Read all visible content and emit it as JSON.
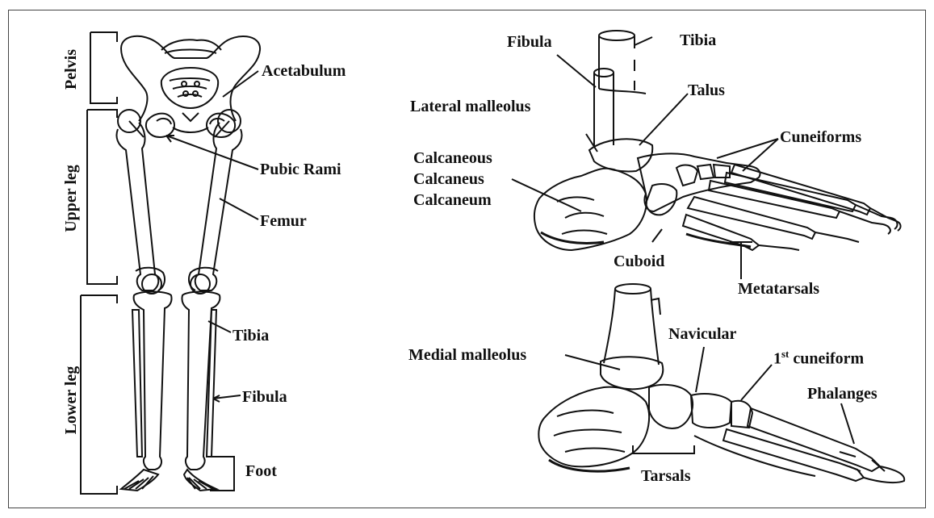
{
  "sections": {
    "pelvis": "Pelvis",
    "upper_leg": "Upper leg",
    "lower_leg": "Lower leg",
    "foot": "Foot"
  },
  "skeleton_labels": {
    "acetabulum": "Acetabulum",
    "pubic_rami": "Pubic Rami",
    "femur": "Femur",
    "tibia": "Tibia",
    "fibula": "Fibula"
  },
  "lateral_foot_labels": {
    "fibula": "Fibula",
    "tibia": "Tibia",
    "talus": "Talus",
    "lateral_malleolus": "Lateral malleolus",
    "cuneiforms": "Cuneiforms",
    "calcaneous": "Calcaneous",
    "calcaneus": "Calcaneus",
    "calcaneum": "Calcaneum",
    "cuboid": "Cuboid",
    "metatarsals": "Metatarsals"
  },
  "medial_foot_labels": {
    "navicular": "Navicular",
    "medial_malleolus": "Medial malleolus",
    "first_cuneiform_num": "1",
    "first_cuneiform_sup": "st",
    "first_cuneiform_word": " cuneiform",
    "phalanges": "Phalanges",
    "tarsals": "Tarsals"
  },
  "colors": {
    "ink": "#111111",
    "bone": "#ffffff",
    "frame": "#444444"
  }
}
